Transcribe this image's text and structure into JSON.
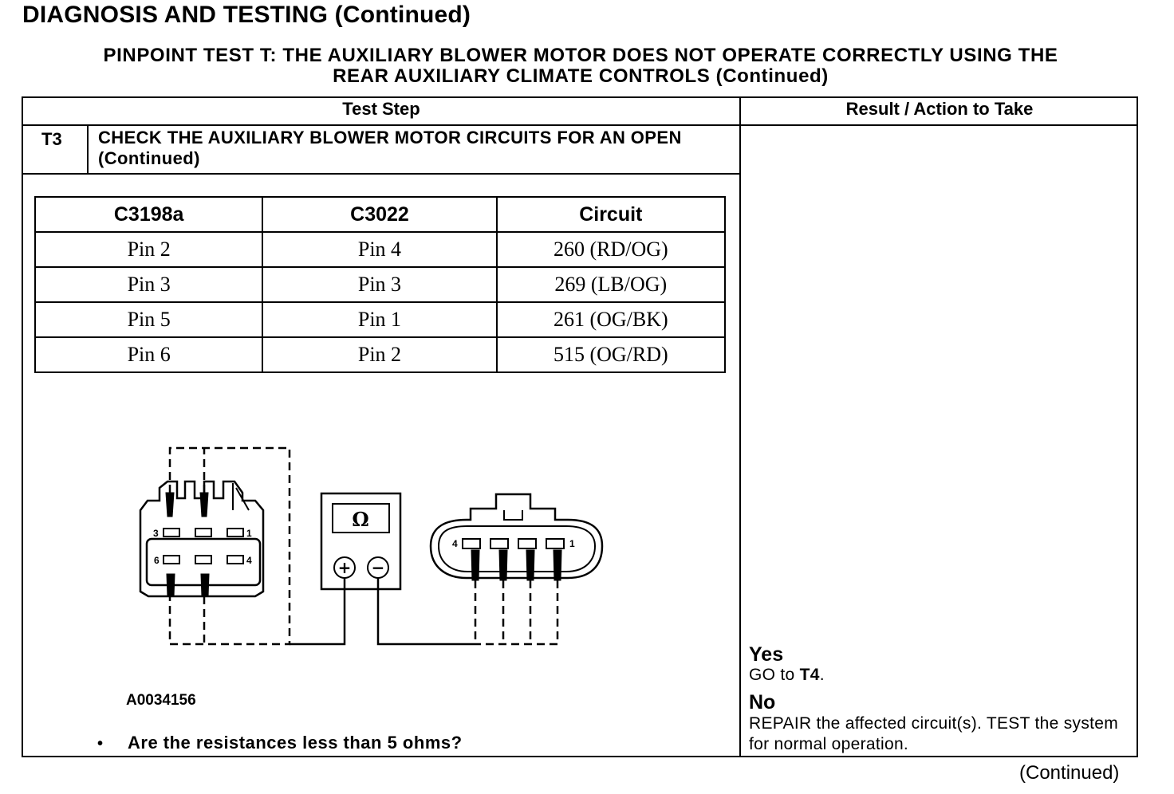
{
  "header": {
    "title": "DIAGNOSIS AND TESTING (Continued)",
    "subtitle_line1": "PINPOINT TEST T: THE AUXILIARY BLOWER MOTOR DOES NOT OPERATE CORRECTLY USING THE",
    "subtitle_line2": "REAR AUXILIARY CLIMATE CONTROLS (Continued)"
  },
  "table": {
    "col_test_step": "Test Step",
    "col_result": "Result / Action to Take"
  },
  "step": {
    "id": "T3",
    "title": "CHECK THE AUXILIARY BLOWER MOTOR CIRCUITS FOR AN OPEN (Continued)"
  },
  "pin_table": {
    "headers": [
      "C3198a",
      "C3022",
      "Circuit"
    ],
    "rows": [
      [
        "Pin 2",
        "Pin 4",
        "260 (RD/OG)"
      ],
      [
        "Pin 3",
        "Pin 3",
        "269 (LB/OG)"
      ],
      [
        "Pin 5",
        "Pin 1",
        "261 (OG/BK)"
      ],
      [
        "Pin 6",
        "Pin 2",
        "515 (OG/RD)"
      ]
    ]
  },
  "diagram": {
    "meter_symbol": "Ω",
    "plus": "+",
    "minus": "−",
    "c3198a_pins": [
      "3",
      "1",
      "6",
      "4"
    ],
    "c3022_pins": [
      "4",
      "1"
    ],
    "figure_id": "A0034156"
  },
  "question": {
    "bullet": "•",
    "text": "Are the resistances less than 5 ohms?"
  },
  "result": {
    "yes_label": "Yes",
    "yes_action_prefix": "GO to ",
    "yes_action_target": "T4",
    "yes_action_suffix": ".",
    "no_label": "No",
    "no_action": "REPAIR the affected circuit(s). TEST the system for normal operation."
  },
  "footer": {
    "continued": "(Continued)"
  }
}
